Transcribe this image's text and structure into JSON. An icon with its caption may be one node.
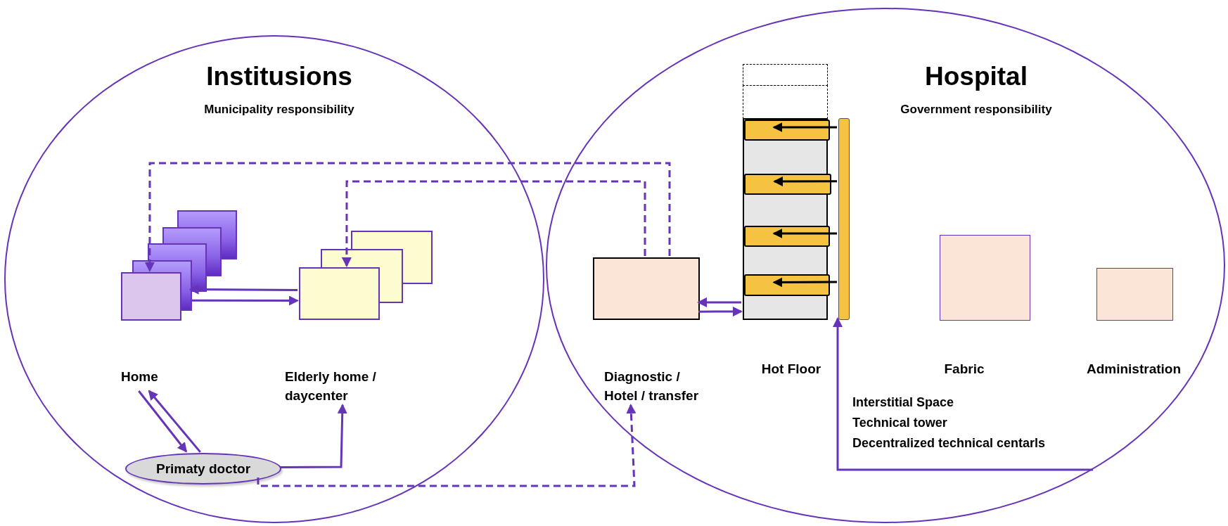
{
  "diagram": {
    "nodes": [
      {
        "text": [
          "Institusions",
          "Municipality responsibility"
        ]
      },
      {
        "text": [],
        "shape": "box",
        "in": 0
      },
      {
        "text": [],
        "shape": "box",
        "in": 0
      },
      {
        "text": [
          "Home"
        ],
        "in": 0
      },
      {
        "text": [
          "Elderly home / daycenter"
        ],
        "in": 0
      },
      {
        "text": [
          "Primaty doctor"
        ],
        "in": 0
      },
      {
        "text": [
          "Hospital",
          "Government responsibility"
        ]
      },
      {
        "text": [],
        "shape": "box",
        "in": 6
      },
      {
        "text": [],
        "shape": "box",
        "in": 6
      },
      {
        "text": [],
        "shape": "bar",
        "in": 8
      },
      {
        "text": [],
        "shape": "bar",
        "in": 8
      },
      {
        "text": [],
        "shape": "bar",
        "in": 8
      },
      {
        "text": [],
        "shape": "bar",
        "in": 8
      },
      {
        "text": [],
        "shape": "bar",
        "in": 6
      },
      {
        "text": [],
        "shape": "box",
        "in": 6
      },
      {
        "text": [],
        "shape": "box",
        "in": 6
      },
      {
        "text": [
          "Diagnostic / Hotel / transfer"
        ],
        "in": 6
      },
      {
        "text": [
          "Interstitial Space",
          "Technical tower",
          "Decentralized technical centarls"
        ],
        "in": 6
      },
      {
        "text": [],
        "shape": "box",
        "in": 6
      },
      {
        "text": [],
        "shape": "box",
        "in": 6
      }
    ],
    "labels": [
      "Hot Floor",
      "Fabric",
      "Administration"
    ],
    "edges": [
      {
        "from": 7,
        "to": 1,
        "arrow": "to",
        "style": "dashed"
      },
      {
        "from": 7,
        "to": 2,
        "arrow": "to",
        "style": "dashed"
      },
      {
        "from": 2,
        "to": 1,
        "arrow": "to"
      },
      {
        "from": 1,
        "to": 2,
        "arrow": "to"
      },
      {
        "from": 8,
        "to": 7,
        "arrow": "to"
      },
      {
        "from": 7,
        "to": 8,
        "arrow": "to"
      },
      {
        "from": 13,
        "to": 9,
        "arrow": "to",
        "color": "#000000"
      },
      {
        "from": 13,
        "to": 10,
        "arrow": "to",
        "color": "#000000"
      },
      {
        "from": 13,
        "to": 11,
        "arrow": "to",
        "color": "#000000"
      },
      {
        "from": 13,
        "to": 12,
        "arrow": "to",
        "color": "#000000"
      },
      {
        "from": 3,
        "to": 5,
        "arrow": "to"
      },
      {
        "from": 5,
        "to": 3,
        "arrow": "to"
      },
      {
        "from": 5,
        "to": 4,
        "arrow": "to"
      },
      {
        "from": 5,
        "to": 16,
        "arrow": "to",
        "style": "dashed"
      },
      {
        "from": 17,
        "to": 13,
        "arrow": "to"
      }
    ]
  }
}
